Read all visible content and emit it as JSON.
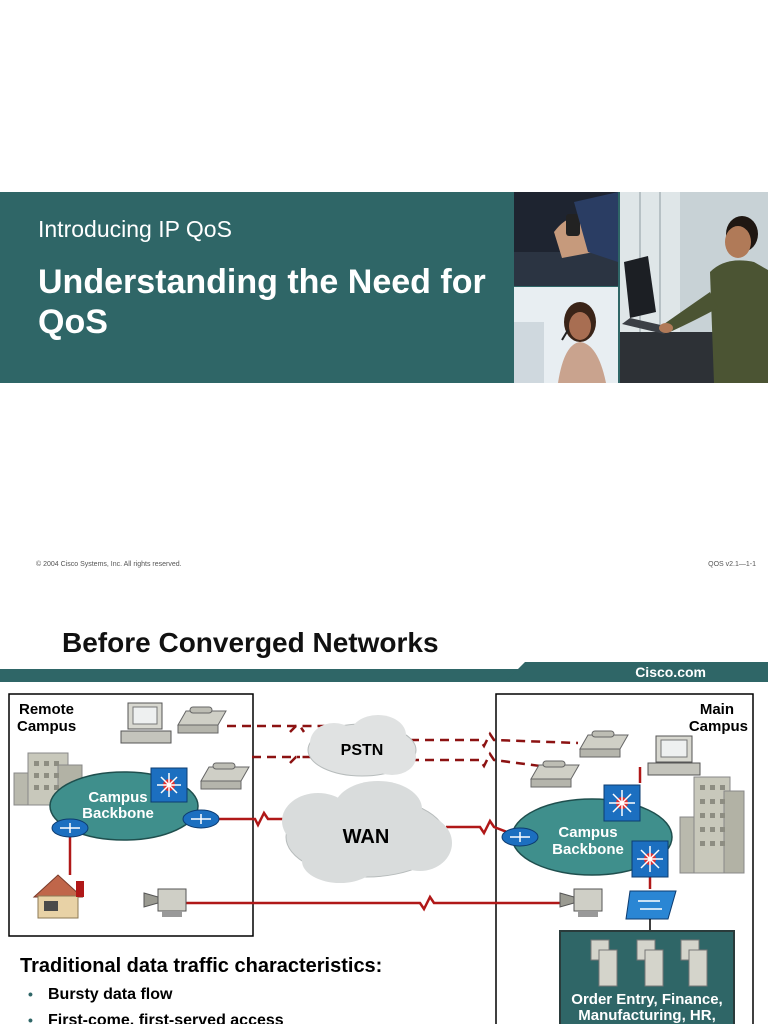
{
  "slide1": {
    "section_title": "Introducing IP QoS",
    "title": "Understanding the Need for QoS",
    "copyright": "© 2004 Cisco Systems, Inc. All rights reserved.",
    "slide_code": "QOS v2.1—1-1",
    "banner_color": "#2f6667"
  },
  "slide2": {
    "title": "Before Converged Networks",
    "site_link": "Cisco.com",
    "diagram": {
      "remote_campus": "Remote\nCampus",
      "main_campus": "Main\nCampus",
      "campus_backbone": "Campus\nBackbone",
      "pstn": "PSTN",
      "wan": "WAN",
      "server_label": "Order Entry, Finance, Manufacturing, HR,"
    },
    "bullets_heading": "Traditional data traffic characteristics:",
    "bullets": [
      "Bursty data flow",
      "First-come, first-served access"
    ],
    "colors": {
      "accent": "#2f6667",
      "link_red": "#b01818",
      "cloud": "#d9dcdc",
      "backbone": "#3f8f8c"
    }
  }
}
